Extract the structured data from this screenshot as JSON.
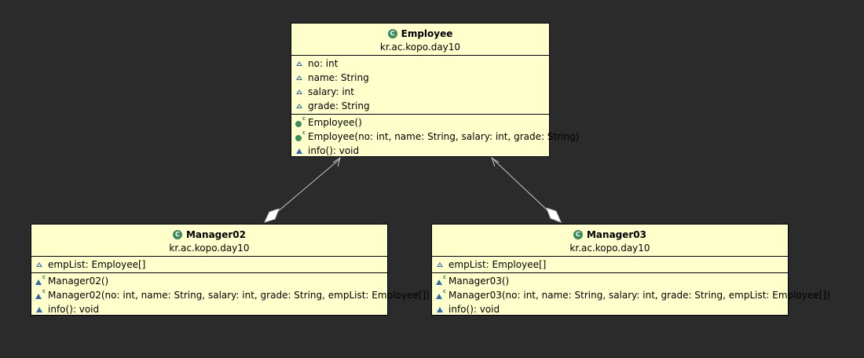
{
  "colors": {
    "background": "#2b2b2b",
    "class_fill": "#ffffcc",
    "class_border": "#000000",
    "class_icon": "#3c8c5c",
    "method_icon": "#2f6ab0",
    "connector": "#c8c8c8"
  },
  "classes": {
    "employee": {
      "icon": "class-icon",
      "name": "Employee",
      "package": "kr.ac.kopo.day10",
      "fields": [
        {
          "icon": "package-field-icon",
          "label": "no: int"
        },
        {
          "icon": "package-field-icon",
          "label": "name: String"
        },
        {
          "icon": "package-field-icon",
          "label": "salary: int"
        },
        {
          "icon": "package-field-icon",
          "label": "grade: String"
        }
      ],
      "methods": [
        {
          "icon": "public-constructor-icon",
          "label": "Employee()"
        },
        {
          "icon": "public-constructor-icon",
          "label": "Employee(no: int, name: String, salary: int, grade: String)"
        },
        {
          "icon": "package-method-icon",
          "label": "info(): void"
        }
      ]
    },
    "manager02": {
      "icon": "class-icon",
      "name": "Manager02",
      "package": "kr.ac.kopo.day10",
      "fields": [
        {
          "icon": "package-field-icon",
          "label": "empList: Employee[]"
        }
      ],
      "methods": [
        {
          "icon": "package-constructor-icon",
          "label": "Manager02()"
        },
        {
          "icon": "package-constructor-icon",
          "label": "Manager02(no: int, name: String, salary: int, grade: String, empList: Employee[])"
        },
        {
          "icon": "package-method-icon",
          "label": "info(): void"
        }
      ]
    },
    "manager03": {
      "icon": "class-icon",
      "name": "Manager03",
      "package": "kr.ac.kopo.day10",
      "fields": [
        {
          "icon": "package-field-icon",
          "label": "empList: Employee[]"
        }
      ],
      "methods": [
        {
          "icon": "package-constructor-icon",
          "label": "Manager03()"
        },
        {
          "icon": "package-constructor-icon",
          "label": "Manager03(no: int, name: String, salary: int, grade: String, empList: Employee[])"
        },
        {
          "icon": "package-method-icon",
          "label": "info(): void"
        }
      ]
    }
  },
  "relations": [
    {
      "type": "aggregation",
      "from": "manager02",
      "to": "employee"
    },
    {
      "type": "aggregation",
      "from": "manager03",
      "to": "employee"
    }
  ]
}
